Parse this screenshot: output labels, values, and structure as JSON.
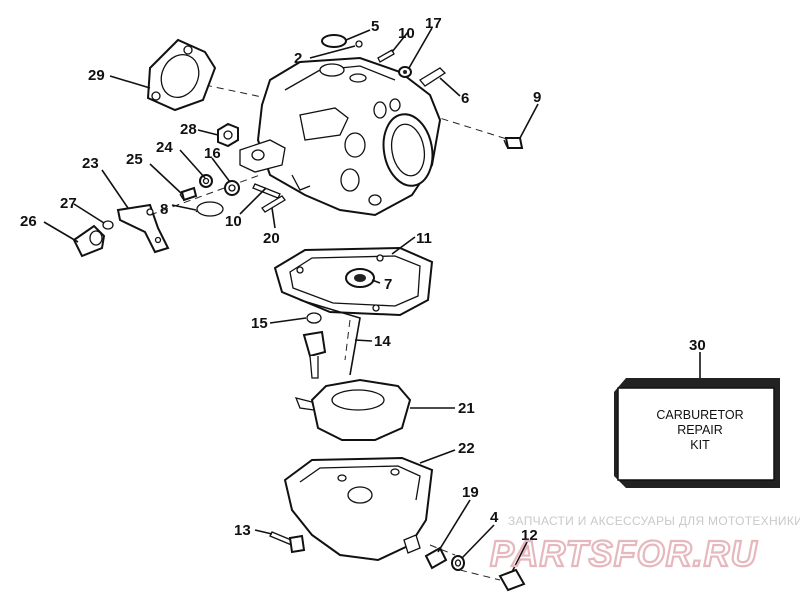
{
  "diagram": {
    "callouts": {
      "c2": "2",
      "c4": "4",
      "c5": "5",
      "c6": "6",
      "c7": "7",
      "c8": "8",
      "c9": "9",
      "c10a": "10",
      "c10b": "10",
      "c11": "11",
      "c12": "12",
      "c13": "13",
      "c14": "14",
      "c15": "15",
      "c16": "16",
      "c17": "17",
      "c19": "19",
      "c20": "20",
      "c21": "21",
      "c22": "22",
      "c23": "23",
      "c24": "24",
      "c25": "25",
      "c26": "26",
      "c27": "27",
      "c28": "28",
      "c29": "29",
      "c30": "30"
    },
    "kit": {
      "line1": "CARBURETOR",
      "line2": "REPAIR",
      "line3": "KIT"
    }
  },
  "watermark": {
    "tagline": "ЗАПЧАСТИ И АКСЕССУАРЫ ДЛЯ МОТОТЕХНИКИ",
    "logo": "PARTSFOR.RU"
  }
}
